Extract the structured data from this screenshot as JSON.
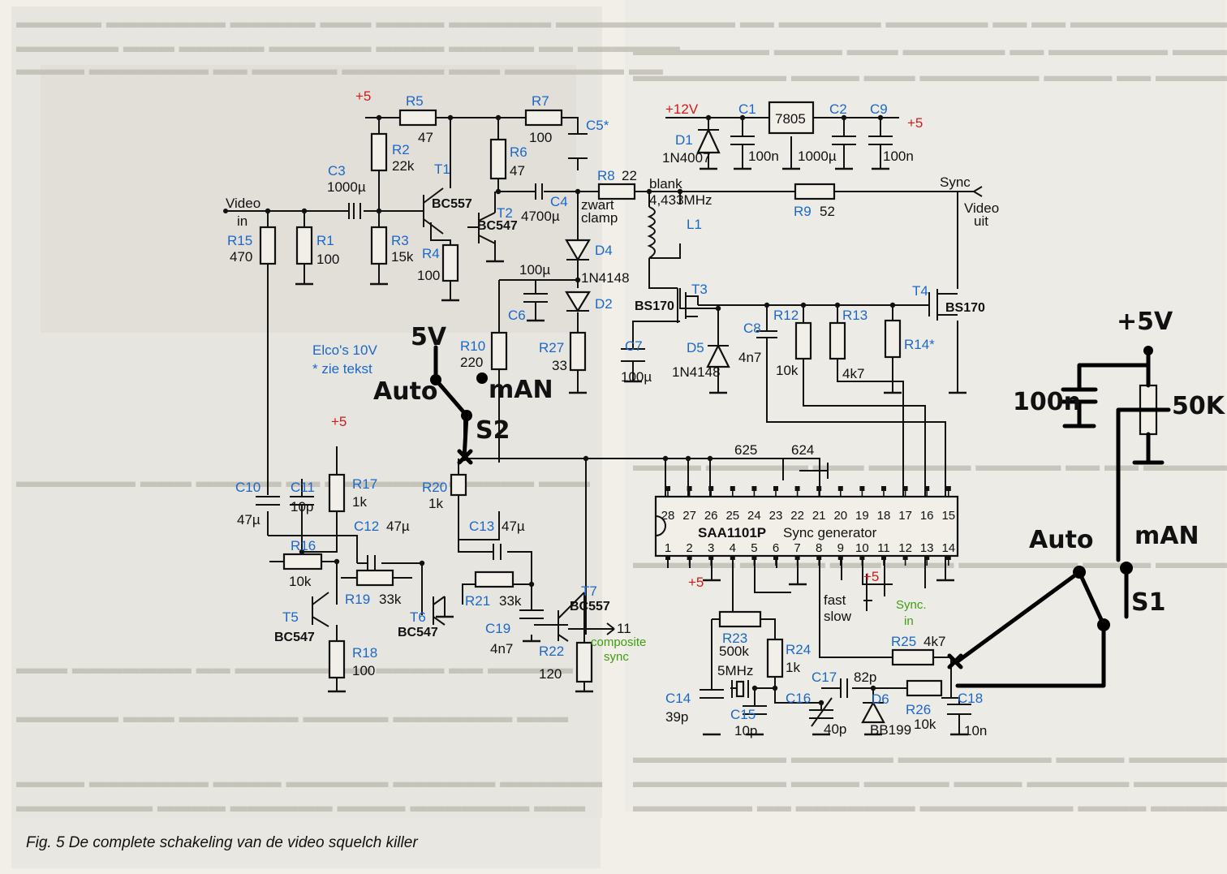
{
  "caption": "Fig. 5  De complete schakeling van de video squelch killer",
  "colors": {
    "component_labels": "#1c68c8",
    "supply_labels": "#d21a1a",
    "annotation": "#3e9e12",
    "ink": "#111111",
    "paper": "#f1efe8"
  },
  "ic": {
    "name": "SAA1101P",
    "function": "Sync generator",
    "top_pins": [
      "28",
      "27",
      "26",
      "25",
      "24",
      "23",
      "22",
      "21",
      "20",
      "19",
      "18",
      "17",
      "16",
      "15"
    ],
    "bottom_pins": [
      "1",
      "2",
      "3",
      "4",
      "5",
      "6",
      "7",
      "8",
      "9",
      "10",
      "11",
      "12",
      "13",
      "14"
    ]
  },
  "regulator": {
    "name": "7805"
  },
  "labels": {
    "video_in_1": "Video",
    "video_in_2": "in",
    "video_out_1": "Video",
    "video_out_2": "uit",
    "sync": "Sync",
    "blank": "blank",
    "zwart": "zwart",
    "clamp": "clamp",
    "freq": "4,433MHz",
    "elcos": "Elco's 10V",
    "zie_tekst": "* zie tekst",
    "composite_1": "composite",
    "composite_2": "sync",
    "sync_in_1": "Sync.",
    "sync_in_2": "in",
    "fast": "fast",
    "slow": "slow",
    "p625": "625",
    "p624": "624",
    "out11": "11"
  },
  "supplies": {
    "p5": "+5",
    "p12": "+12V"
  },
  "components": {
    "R5": "R5",
    "R5v": "47",
    "R7": "R7",
    "R7v": "100",
    "C5": "C5*",
    "R2": "R2",
    "R2v": "22k",
    "R6": "R6",
    "R6v": "47",
    "T1": "T1",
    "T1t": "BC557",
    "C3": "C3",
    "C3v": "1000µ",
    "R8": "R8",
    "R8v": "22",
    "C4": "C4",
    "C4v": "4700µ",
    "T2": "T2",
    "T2t": "BC547",
    "R15": "R15",
    "R15v": "470",
    "R1": "R1",
    "R1v": "100",
    "R3": "R3",
    "R3v": "15k",
    "R4": "R4",
    "R4v": "100",
    "D4": "D4",
    "D4v": "1N4148",
    "C6": "C6",
    "C6v": "100µ",
    "D2": "D2",
    "R10": "R10",
    "R10v": "220",
    "R27": "R27",
    "R27v": "33",
    "D1": "D1",
    "D1v": "1N4007",
    "C1": "C1",
    "C1v": "100n",
    "C2": "C2",
    "C2v": "1000µ",
    "C9": "C9",
    "C9v": "100n",
    "R9": "R9",
    "R9v": "52",
    "L1": "L1",
    "T3": "T3",
    "T3t": "BS170",
    "T4": "T4",
    "T4t": "BS170",
    "C7": "C7",
    "C7v": "100µ",
    "D5": "D5",
    "D5v": "1N4148",
    "C8": "C8",
    "C8v": "4n7",
    "R12": "R12",
    "R12v": "10k",
    "R13": "R13",
    "R13v": "4k7",
    "R14": "R14*",
    "C10": "C10",
    "C10v": "47µ",
    "C11": "C11",
    "C11v": "10p",
    "R17": "R17",
    "R17v": "1k",
    "R20": "R20",
    "R20v": "1k",
    "C12": "C12",
    "C12v": "47µ",
    "C13": "C13",
    "C13v": "47µ",
    "R16": "R16",
    "R16v": "10k",
    "T5": "T5",
    "T5t": "BC547",
    "R19": "R19",
    "R19v": "33k",
    "T6": "T6",
    "T6t": "BC547",
    "R21": "R21",
    "R21v": "33k",
    "T7": "T7",
    "T7t": "BC557",
    "C19": "C19",
    "C19v": "4n7",
    "R22": "R22",
    "R22v": "120",
    "R18": "R18",
    "R18v": "100",
    "R23": "R23",
    "R23v": "500k",
    "X1": "5MHz",
    "R24": "R24",
    "R24v": "1k",
    "C17": "C17",
    "C17v": "82p",
    "R25": "R25",
    "R25v": "4k7",
    "C14": "C14",
    "C14v": "39p",
    "C15": "C15",
    "C15v": "10p",
    "C16": "C16",
    "C16v": "40p",
    "D6": "D6",
    "D6v": "BB199",
    "R26": "R26",
    "R26v": "10k",
    "C18": "C18",
    "C18v": "10n"
  },
  "handwritten": {
    "v5": "5V",
    "auto1": "Auto",
    "man1": "mAN",
    "s2": "S2",
    "v5b": "+5V",
    "cap": "100n",
    "pot": "50K",
    "auto2": "Auto",
    "man2": "mAN",
    "s1": "S1"
  }
}
